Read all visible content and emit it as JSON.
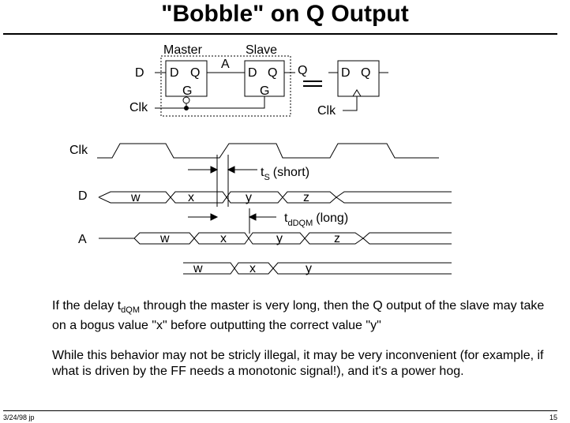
{
  "slide": {
    "title": "\"Bobble\" on Q Output",
    "footer_date": "3/24/98 jp",
    "page_number": "15"
  },
  "schematic": {
    "master_label": "Master",
    "slave_label": "Slave",
    "d_input_label": "D",
    "clk_input_label": "Clk",
    "node_a_label": "A",
    "q_output_label": "Q",
    "latch_d_pin": "D",
    "latch_q_pin": "Q",
    "latch_g_pin": "G",
    "ff_d_pin": "D",
    "ff_q_pin": "Q",
    "ff_clk_label": "Clk"
  },
  "timing": {
    "clk_label": "Clk",
    "d_label": "D",
    "a_label": "A",
    "ts_symbol": "t",
    "ts_subscript": "S",
    "ts_note": "(short)",
    "tdqm_symbol": "t",
    "tdqm_subscript": "dDQM",
    "tdqm_note": "(long)",
    "d_values": [
      "w",
      "x",
      "y",
      "z"
    ],
    "a_values": [
      "w",
      "x",
      "y",
      "z"
    ],
    "q_values": [
      "w",
      "x",
      "y"
    ]
  },
  "text": {
    "p1_a": "If the delay t",
    "p1_sub": "dQM",
    "p1_b": " through the master is very long, then the Q output of the slave may take on a bogus value \"x\" before outputting the correct value \"y\"",
    "p2": "While this behavior may not be stricly illegal, it may be very inconvenient (for example, if what is driven by the FF needs a monotonic signal!), and it's a power hog."
  }
}
